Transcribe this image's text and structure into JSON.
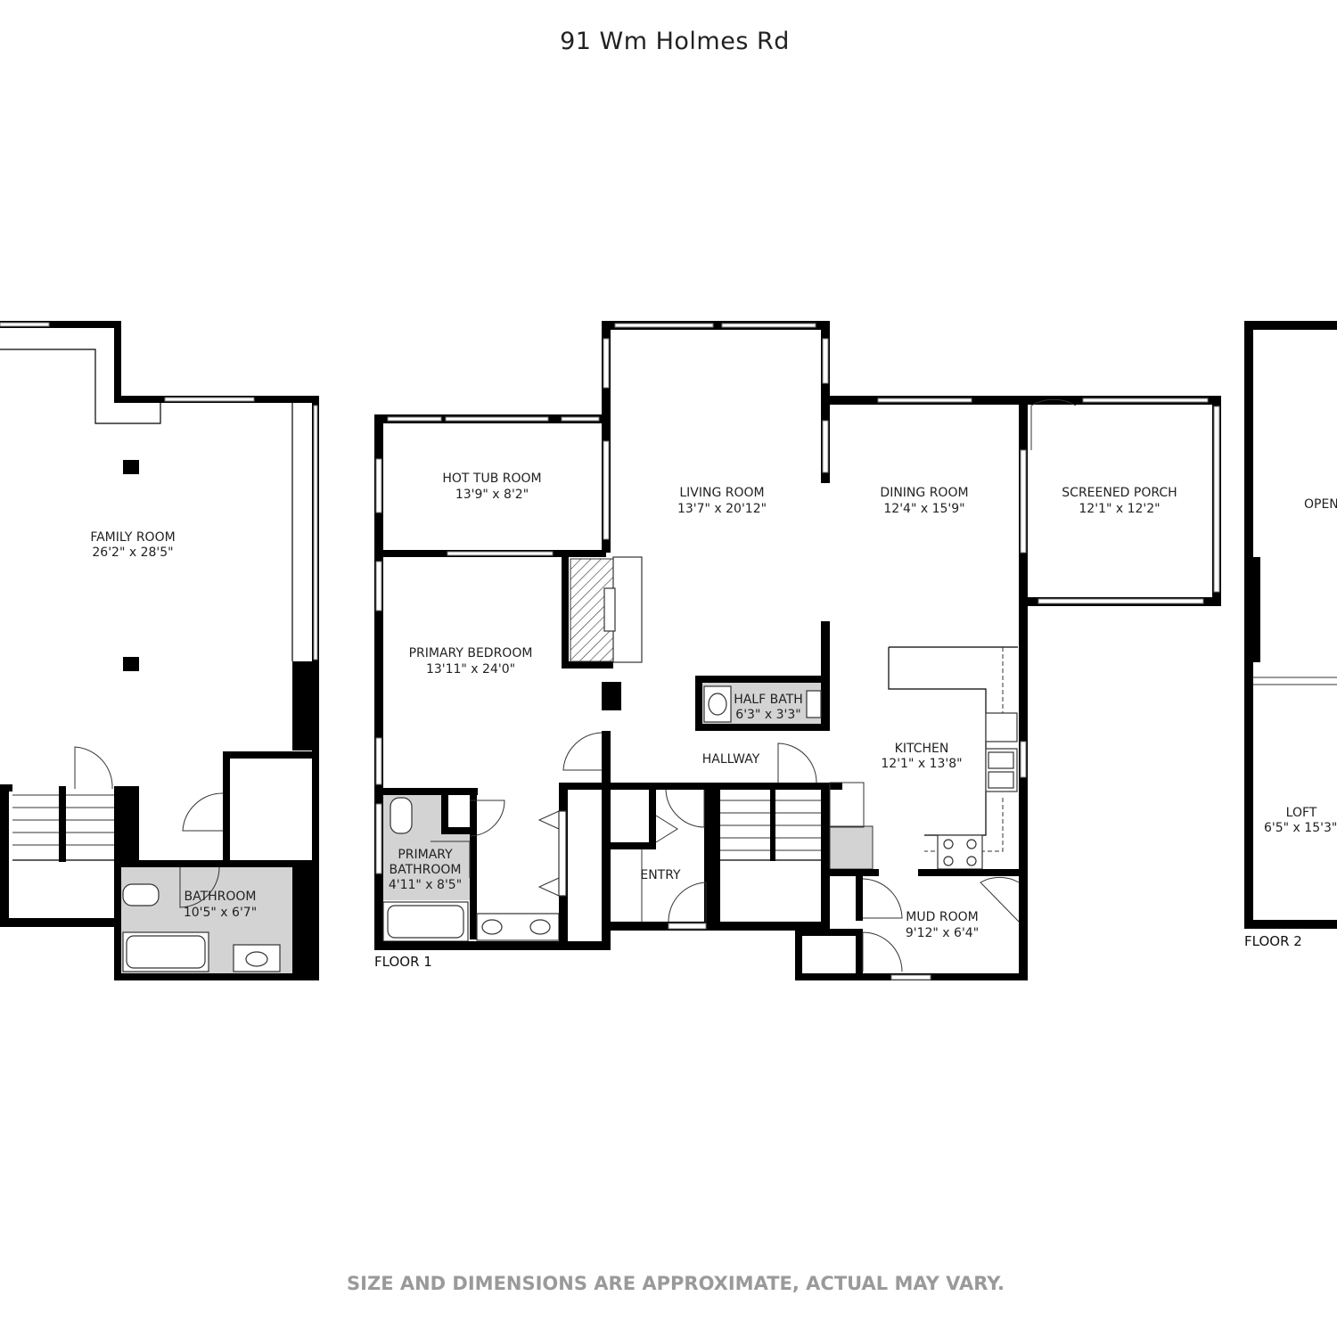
{
  "title": "91 Wm Holmes Rd",
  "disclaimer": "SIZE AND DIMENSIONS ARE APPROXIMATE, ACTUAL MAY VARY.",
  "floors": {
    "floor1": "FLOOR 1",
    "floor2": "FLOOR 2"
  },
  "rooms": {
    "family_room": {
      "name": "FAMILY ROOM",
      "size": "26'2\" x 28'5\""
    },
    "bathroom": {
      "name": "BATHROOM",
      "size": "10'5\" x 6'7\""
    },
    "hot_tub_room": {
      "name": "HOT TUB ROOM",
      "size": "13'9\" x 8'2\""
    },
    "primary_bedroom": {
      "name": "PRIMARY BEDROOM",
      "size": "13'11\" x 24'0\""
    },
    "primary_bathroom": {
      "name_line1": "PRIMARY",
      "name_line2": "BATHROOM",
      "size": "4'11\" x 8'5\""
    },
    "living_room": {
      "name": "LIVING ROOM",
      "size": "13'7\" x 20'12\""
    },
    "dining_room": {
      "name": "DINING ROOM",
      "size": "12'4\" x 15'9\""
    },
    "screened_porch": {
      "name": "SCREENED PORCH",
      "size": "12'1\" x 12'2\""
    },
    "half_bath": {
      "name": "HALF BATH",
      "size": "6'3\" x 3'3\""
    },
    "hallway": {
      "name": "HALLWAY"
    },
    "kitchen": {
      "name": "KITCHEN",
      "size": "12'1\" x 13'8\""
    },
    "entry": {
      "name": "ENTRY"
    },
    "mud_room": {
      "name": "MUD ROOM",
      "size": "9'12\" x 6'4\""
    },
    "open": {
      "name": "OPEN"
    },
    "loft": {
      "name": "LOFT",
      "size": "6'5\" x 15'3\""
    }
  }
}
